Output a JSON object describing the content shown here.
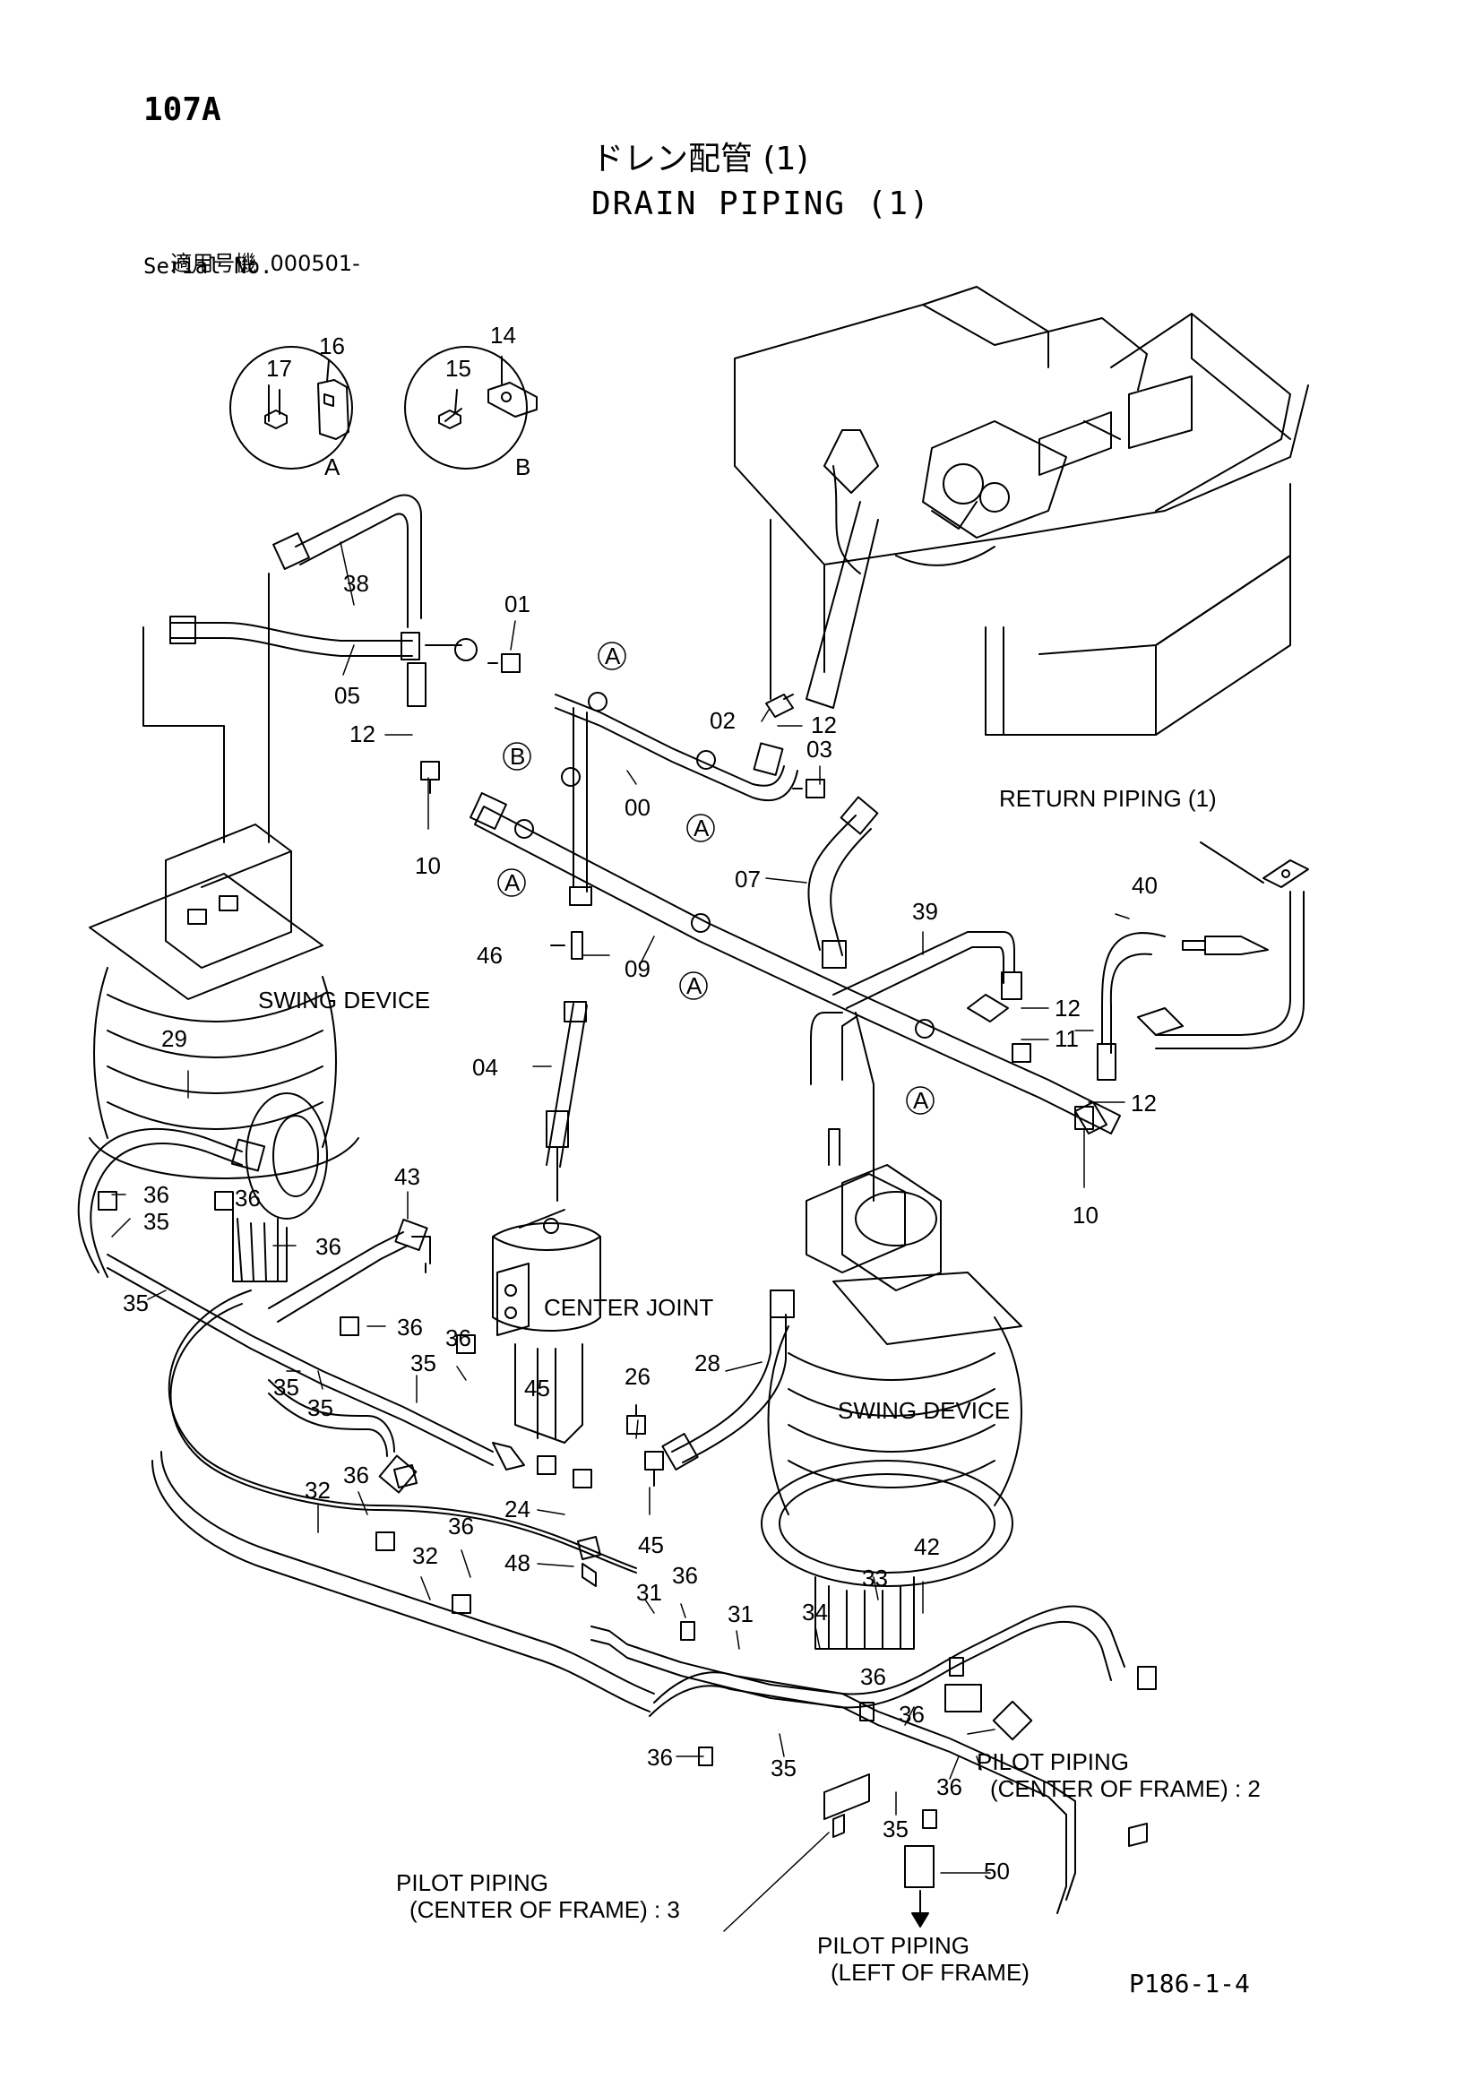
{
  "page_number": "107A",
  "title_jp": "ドレン配管 (1)",
  "title_en": "DRAIN PIPING (1)",
  "serial_label_jp": "適用号機",
  "serial_value": "000501-",
  "serial_label_en": "Serial No.",
  "footer_code": "P186-1-4",
  "detail_views": [
    {
      "label": "A",
      "parts": [
        "16",
        "17"
      ]
    },
    {
      "label": "B",
      "parts": [
        "14",
        "15"
      ]
    }
  ],
  "callouts": {
    "return_piping": "RETURN PIPING (1)",
    "swing_device_left": "SWING DEVICE",
    "swing_device_right": "SWING DEVICE",
    "center_joint": "CENTER JOINT",
    "pilot_cf2_line1": "PILOT PIPING",
    "pilot_cf2_line2": "(CENTER OF FRAME) : 2",
    "pilot_cf3_line1": "PILOT PIPING",
    "pilot_cf3_line2": "(CENTER OF FRAME) : 3",
    "pilot_left_line1": "PILOT PIPING",
    "pilot_left_line2": "(LEFT OF FRAME)"
  },
  "part_numbers": [
    "00",
    "01",
    "02",
    "03",
    "04",
    "05",
    "07",
    "09",
    "10",
    "11",
    "12",
    "14",
    "15",
    "16",
    "17",
    "24",
    "26",
    "28",
    "29",
    "31",
    "32",
    "33",
    "34",
    "35",
    "36",
    "38",
    "39",
    "40",
    "42",
    "43",
    "45",
    "46",
    "48",
    "50"
  ],
  "clamp_markers": [
    "A",
    "B"
  ]
}
